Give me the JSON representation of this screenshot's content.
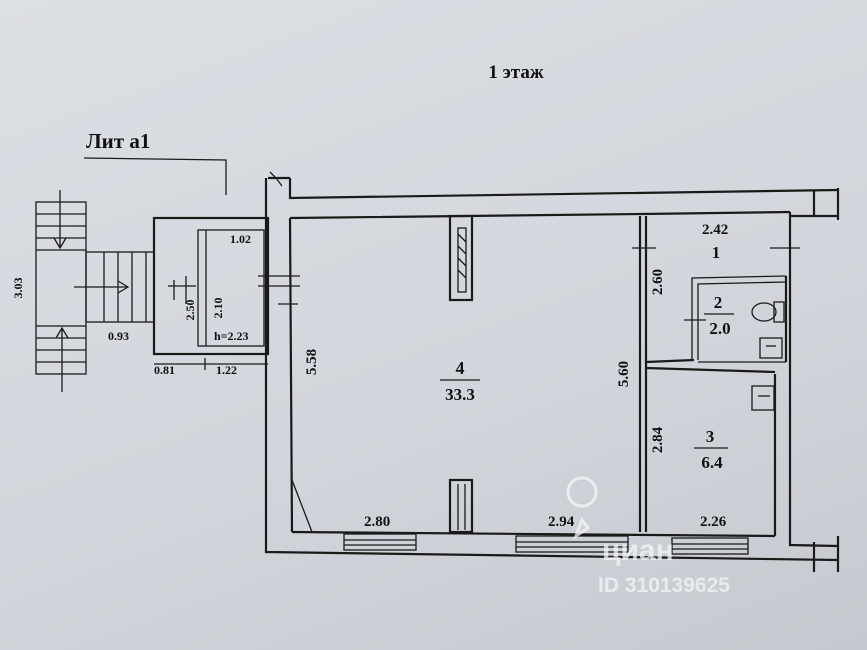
{
  "title": "1 этаж",
  "annex_label": "Лит а1",
  "rooms": [
    {
      "number": "4",
      "area": "33.3"
    },
    {
      "number": "1",
      "area": ""
    },
    {
      "number": "2",
      "area": "2.0"
    },
    {
      "number": "3",
      "area": "6.4"
    }
  ],
  "dims": {
    "d302": "3.03",
    "d093": "0.93",
    "d081": "0.81",
    "d122": "1.22",
    "d102": "1.02",
    "d250": "2.50",
    "d210": "2.10",
    "h": "h=2.23",
    "d558": "5.58",
    "d560": "5.60",
    "d260": "2.60",
    "d284": "2.84",
    "d242": "2.42",
    "d280": "2.80",
    "d294": "2.94",
    "d226": "2.26"
  },
  "watermark": {
    "brand": "циан",
    "id": "ID 310139625"
  },
  "colors": {
    "paper": "#d6d9de",
    "ink": "#1a1a1a",
    "watermark": "#f4f5f7"
  }
}
